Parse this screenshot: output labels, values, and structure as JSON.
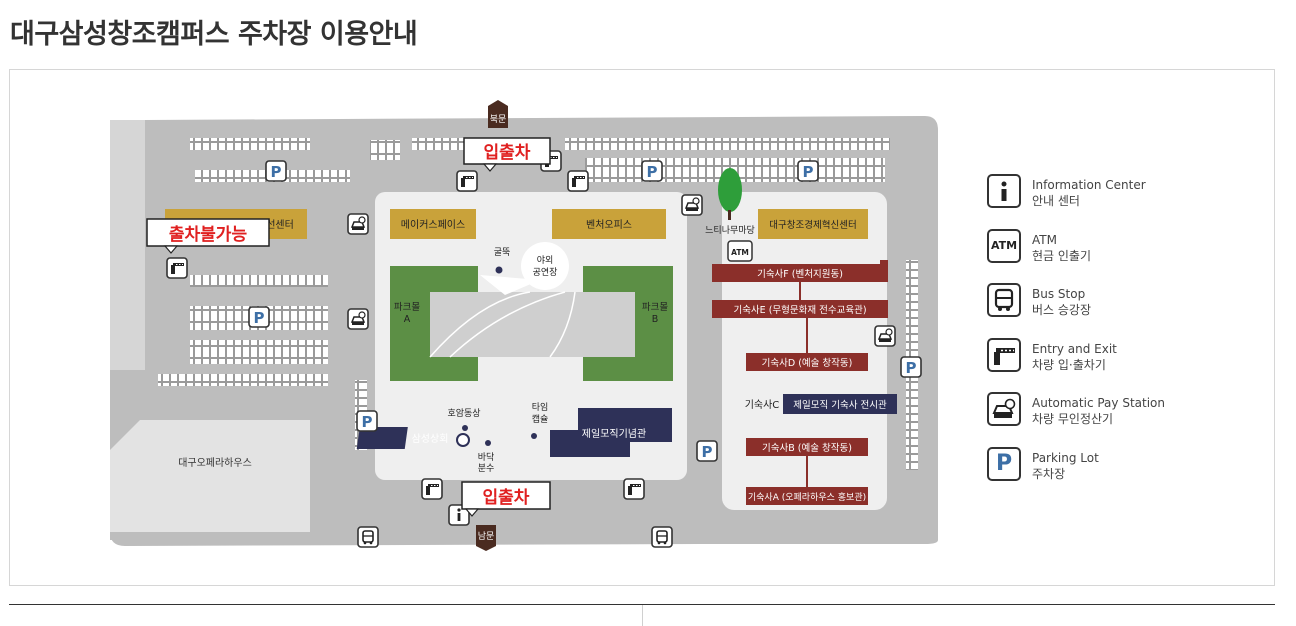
{
  "page": {
    "title": "대구삼성창조캠퍼스 주차장 이용안내"
  },
  "map": {
    "gates": {
      "north": "북문",
      "south": "남문"
    },
    "callouts": {
      "entry_exit_north": "입출차",
      "entry_exit_south": "입출차",
      "no_exit": "출차불가능"
    },
    "buildings": {
      "visitor_center": "선센터",
      "maker_space": "메이커스페이스",
      "venture_office": "벤처오피스",
      "innovation_center": "대구창조경제혁신센터",
      "park_a": "파크몰\nA",
      "park_b": "파크몰\nB",
      "opera_house": "대구오페라하우스",
      "samsung_store": "삼성상회",
      "memorial": "제일모직기념관",
      "dorm_f": "기숙사F (벤처지원동)",
      "dorm_e": "기숙사E (무형문화재 전수교육관)",
      "dorm_d": "기숙사D (예술 창작동)",
      "dorm_c_label": "기숙사C",
      "dorm_c": "제일모직 기숙사 전시관",
      "dorm_b": "기숙사B (예술 창작동)",
      "dorm_a": "기숙사A (오페라하우스 홍보관)"
    },
    "landmarks": {
      "chimney": "굴뚝",
      "outdoor_stage": "야외\n공연장",
      "zelkova_yard": "느티나무마당",
      "hoam_statue": "호암동상",
      "time_capsule": "타임\n캡슐",
      "floor_fountain": "바닥\n분수"
    },
    "icons": {
      "atm": "ATM",
      "parking": "P",
      "info": "i"
    }
  },
  "legend": {
    "items": [
      {
        "icon": "info-icon",
        "en": "Information Center",
        "ko": "안내 센터"
      },
      {
        "icon": "atm-icon",
        "en": "ATM",
        "ko": "현금 인출기"
      },
      {
        "icon": "bus-icon",
        "en": "Bus Stop",
        "ko": "버스 승강장"
      },
      {
        "icon": "gate-barrier-icon",
        "en": "Entry and Exit",
        "ko": "차량 입·출차기"
      },
      {
        "icon": "pay-station-icon",
        "en": "Automatic Pay Station",
        "ko": "차량 무인정산기"
      },
      {
        "icon": "parking-icon",
        "en": "Parking Lot",
        "ko": "주차장"
      }
    ]
  },
  "colors": {
    "road": "#bdbdbd",
    "plaza": "#efefef",
    "lot": "#8c8c8c",
    "gold": "#c9a23a",
    "green": "#5c8f45",
    "maroon": "#8b2f2a",
    "navy": "#2e3158",
    "brown_gate": "#4a2b20",
    "callout_red": "#e02020",
    "parking_blue": "#3d6fa6"
  },
  "chart_data": {}
}
